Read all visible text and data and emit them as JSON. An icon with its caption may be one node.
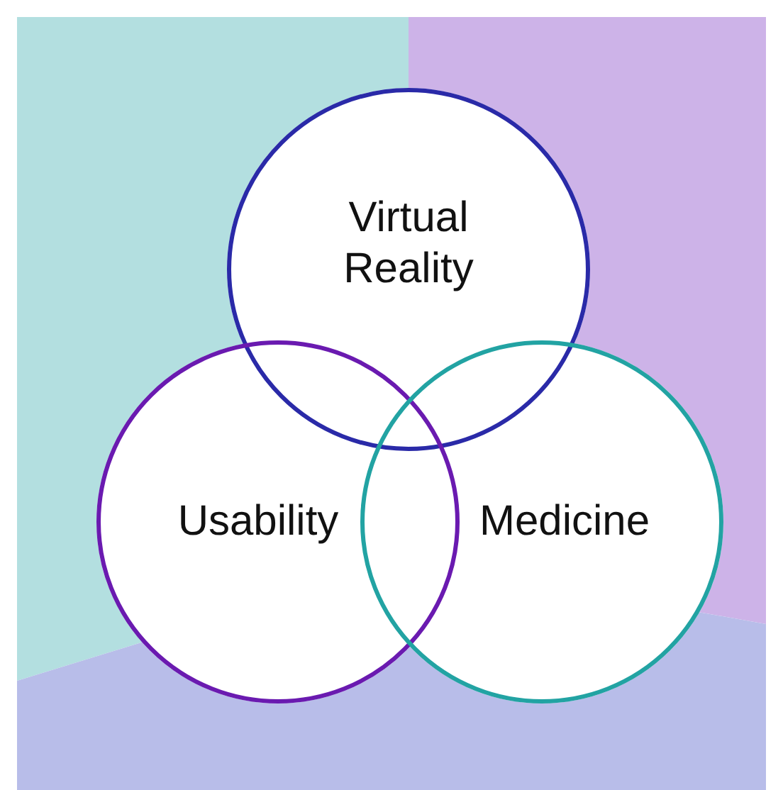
{
  "diagram": {
    "nodes": [
      {
        "text": [
          "Virtual Reality"
        ]
      },
      {
        "text": [
          "Usability"
        ]
      },
      {
        "text": [
          "Medicine"
        ]
      }
    ]
  }
}
